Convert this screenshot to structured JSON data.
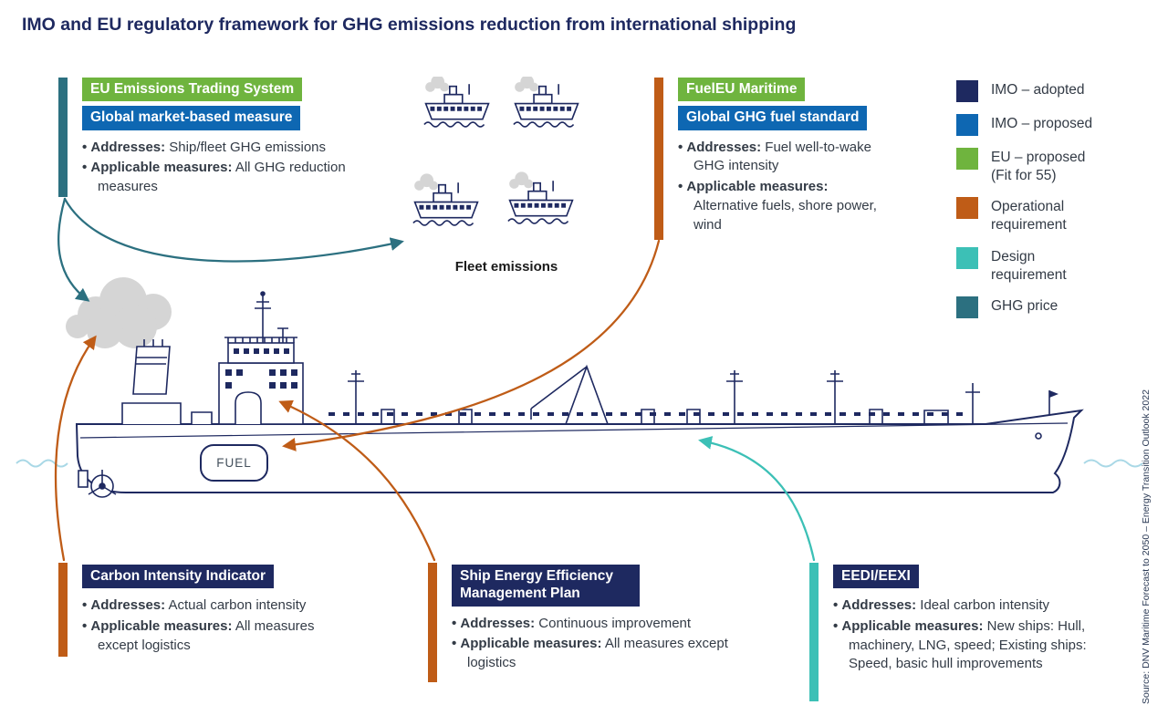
{
  "title": "IMO and EU regulatory framework for GHG emissions reduction from international shipping",
  "source_note": "Source: DNV Maritime Forecast to 2050 – Energy Transition Outlook 2022",
  "fleet_label": "Fleet emissions",
  "fuel_label": "FUEL",
  "colors": {
    "navy": "#1e2960",
    "blue": "#0e67b2",
    "green": "#6fb43e",
    "orange": "#bf5c17",
    "turquoise": "#3cc0b6",
    "dark_teal": "#2c7080",
    "smoke_gray": "#d5d5d5",
    "water_blue": "#a9d8e6"
  },
  "boxes": {
    "eu_ets": {
      "tag_primary": "EU Emissions Trading System",
      "tag_secondary": "Global market-based measure",
      "bullets": [
        {
          "label": "Addresses:",
          "text": " Ship/fleet GHG emissions"
        },
        {
          "label": "Applicable measures:",
          "text": " All GHG reduction measures"
        }
      ]
    },
    "fueleu": {
      "tag_primary": "FuelEU Maritime",
      "tag_secondary": "Global GHG fuel standard",
      "bullets": [
        {
          "label": "Addresses:",
          "text": " Fuel well-to-wake GHG intensity"
        },
        {
          "label": "Applicable measures:",
          "text": " Alternative fuels, shore power, wind"
        }
      ]
    },
    "cii": {
      "tag_primary": "Carbon Intensity Indicator",
      "bullets": [
        {
          "label": "Addresses:",
          "text": " Actual carbon intensity"
        },
        {
          "label": "Applicable measures:",
          "text": " All measures except logistics"
        }
      ]
    },
    "seemp": {
      "tag_primary": "Ship Energy Efficiency Management Plan",
      "bullets": [
        {
          "label": "Addresses:",
          "text": " Continuous improvement"
        },
        {
          "label": "Applicable measures:",
          "text": " All measures except logistics"
        }
      ]
    },
    "eedi": {
      "tag_primary": "EEDI/EEXI",
      "bullets": [
        {
          "label": "Addresses:",
          "text": " Ideal carbon intensity"
        },
        {
          "label": "Applicable measures:",
          "text": " New ships: Hull, machinery, LNG, speed; Existing ships: Speed, basic hull improvements"
        }
      ]
    }
  },
  "legend": {
    "items": [
      {
        "label": "IMO – adopted",
        "color": "#1e2960"
      },
      {
        "label": "IMO – proposed",
        "color": "#0e67b2"
      },
      {
        "label": "EU – proposed\n(Fit for 55)",
        "color": "#6fb43e"
      },
      {
        "label": "Operational\nrequirement",
        "color": "#bf5c17"
      },
      {
        "label": "Design\nrequirement",
        "color": "#3cc0b6"
      },
      {
        "label": "GHG price",
        "color": "#2c7080"
      }
    ]
  }
}
